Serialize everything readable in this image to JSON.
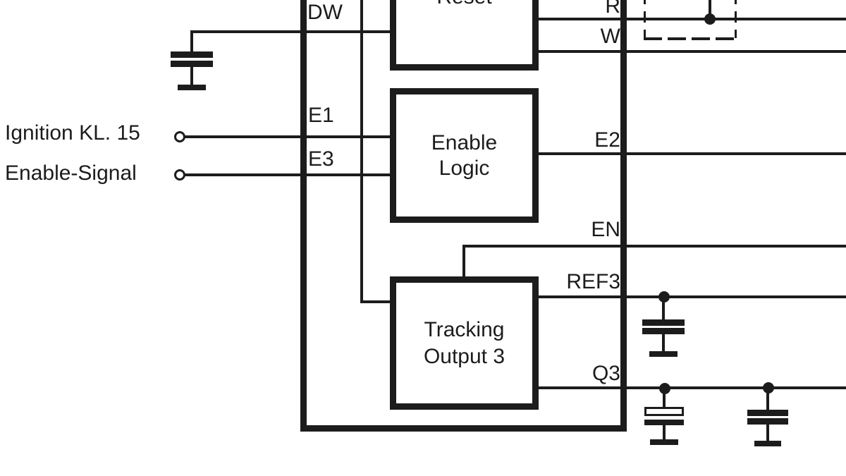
{
  "colors": {
    "line": "#1c1c1c",
    "background": "#ffffff"
  },
  "labels": {
    "pins": {
      "dw": "DW",
      "e1": "E1",
      "e3": "E3",
      "r": "R",
      "w": "W",
      "e2": "E2",
      "en": "EN",
      "ref3": "REF3",
      "q3": "Q3"
    },
    "blocks": {
      "reset": "Reset",
      "enable_logic": [
        "Enable",
        "Logic"
      ],
      "tracking_output": [
        "Tracking",
        "Output 3"
      ]
    },
    "terminals": [
      {
        "label": "Ignition KL. 15"
      },
      {
        "label": "Enable-Signal"
      }
    ]
  }
}
